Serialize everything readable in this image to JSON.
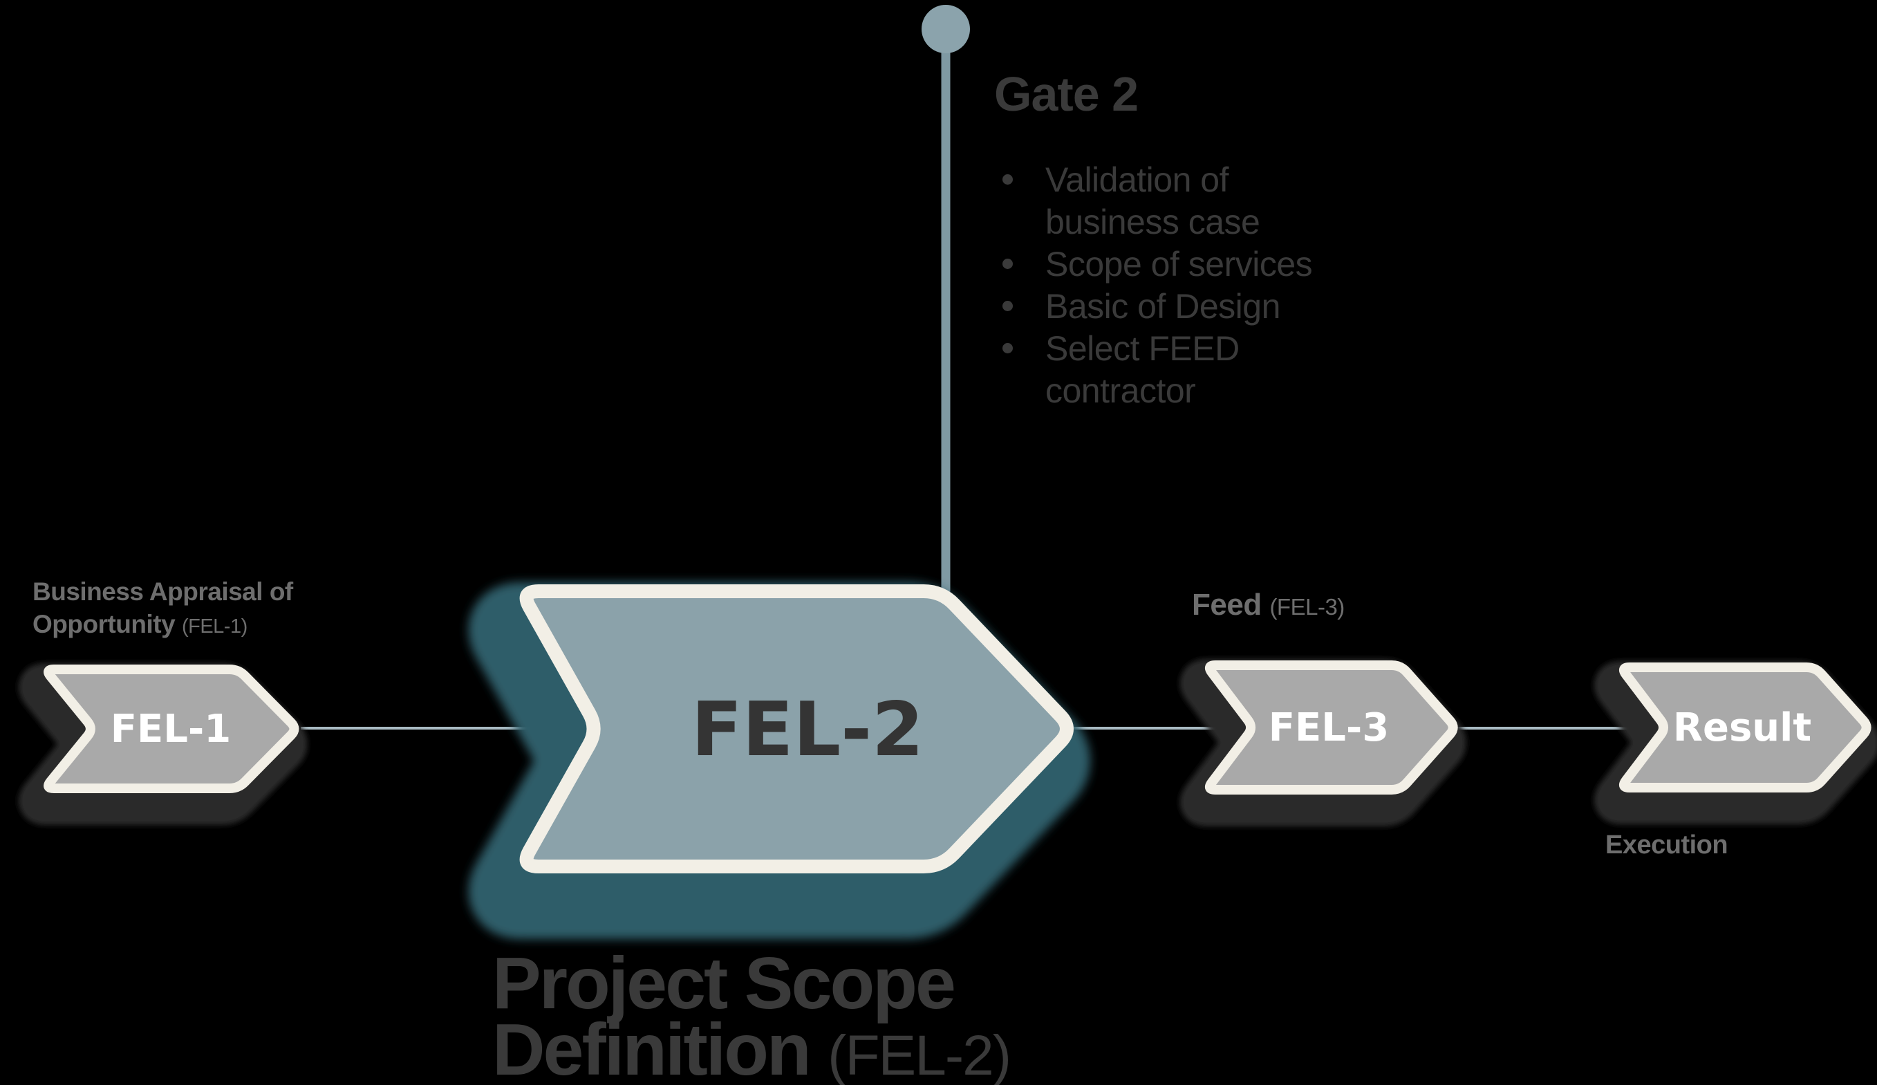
{
  "gate": {
    "title": "Gate 2",
    "items": [
      "Validation of business case",
      "Scope of services",
      "Basic of Design",
      "Select FEED contractor"
    ]
  },
  "stages": {
    "fel1": {
      "label": "FEL-1",
      "caption_bold": "Business Appraisal of Opportunity",
      "caption_paren": "(FEL-1)"
    },
    "fel2": {
      "label": "FEL-2",
      "caption_bold": "Project Scope Definition",
      "caption_paren": "(FEL-2)"
    },
    "fel3": {
      "label": "FEL-3",
      "caption_bold": "Feed",
      "caption_paren": "(FEL-3)"
    },
    "result": {
      "label": "Result",
      "caption_bold": "Execution",
      "caption_paren": ""
    }
  },
  "colors": {
    "background": "#000000",
    "chevron_gray_fill": "#a9a9a9",
    "chevron_border_cream": "#f2efe6",
    "chevron_shadow_dark": "#2b2b2b",
    "fel2_fill": "#8ba2aa",
    "fel2_shadow_teal": "#2f5d69",
    "fel2_text_dark": "#343434",
    "chevron_text_light": "#ffffff",
    "connector_line": "#a9bbc3",
    "gate_line": "#7f99a3",
    "gate_circle": "#8ba3ac",
    "heading_dark": "#3a3a3a",
    "label_gray": "#6e6e6e"
  }
}
